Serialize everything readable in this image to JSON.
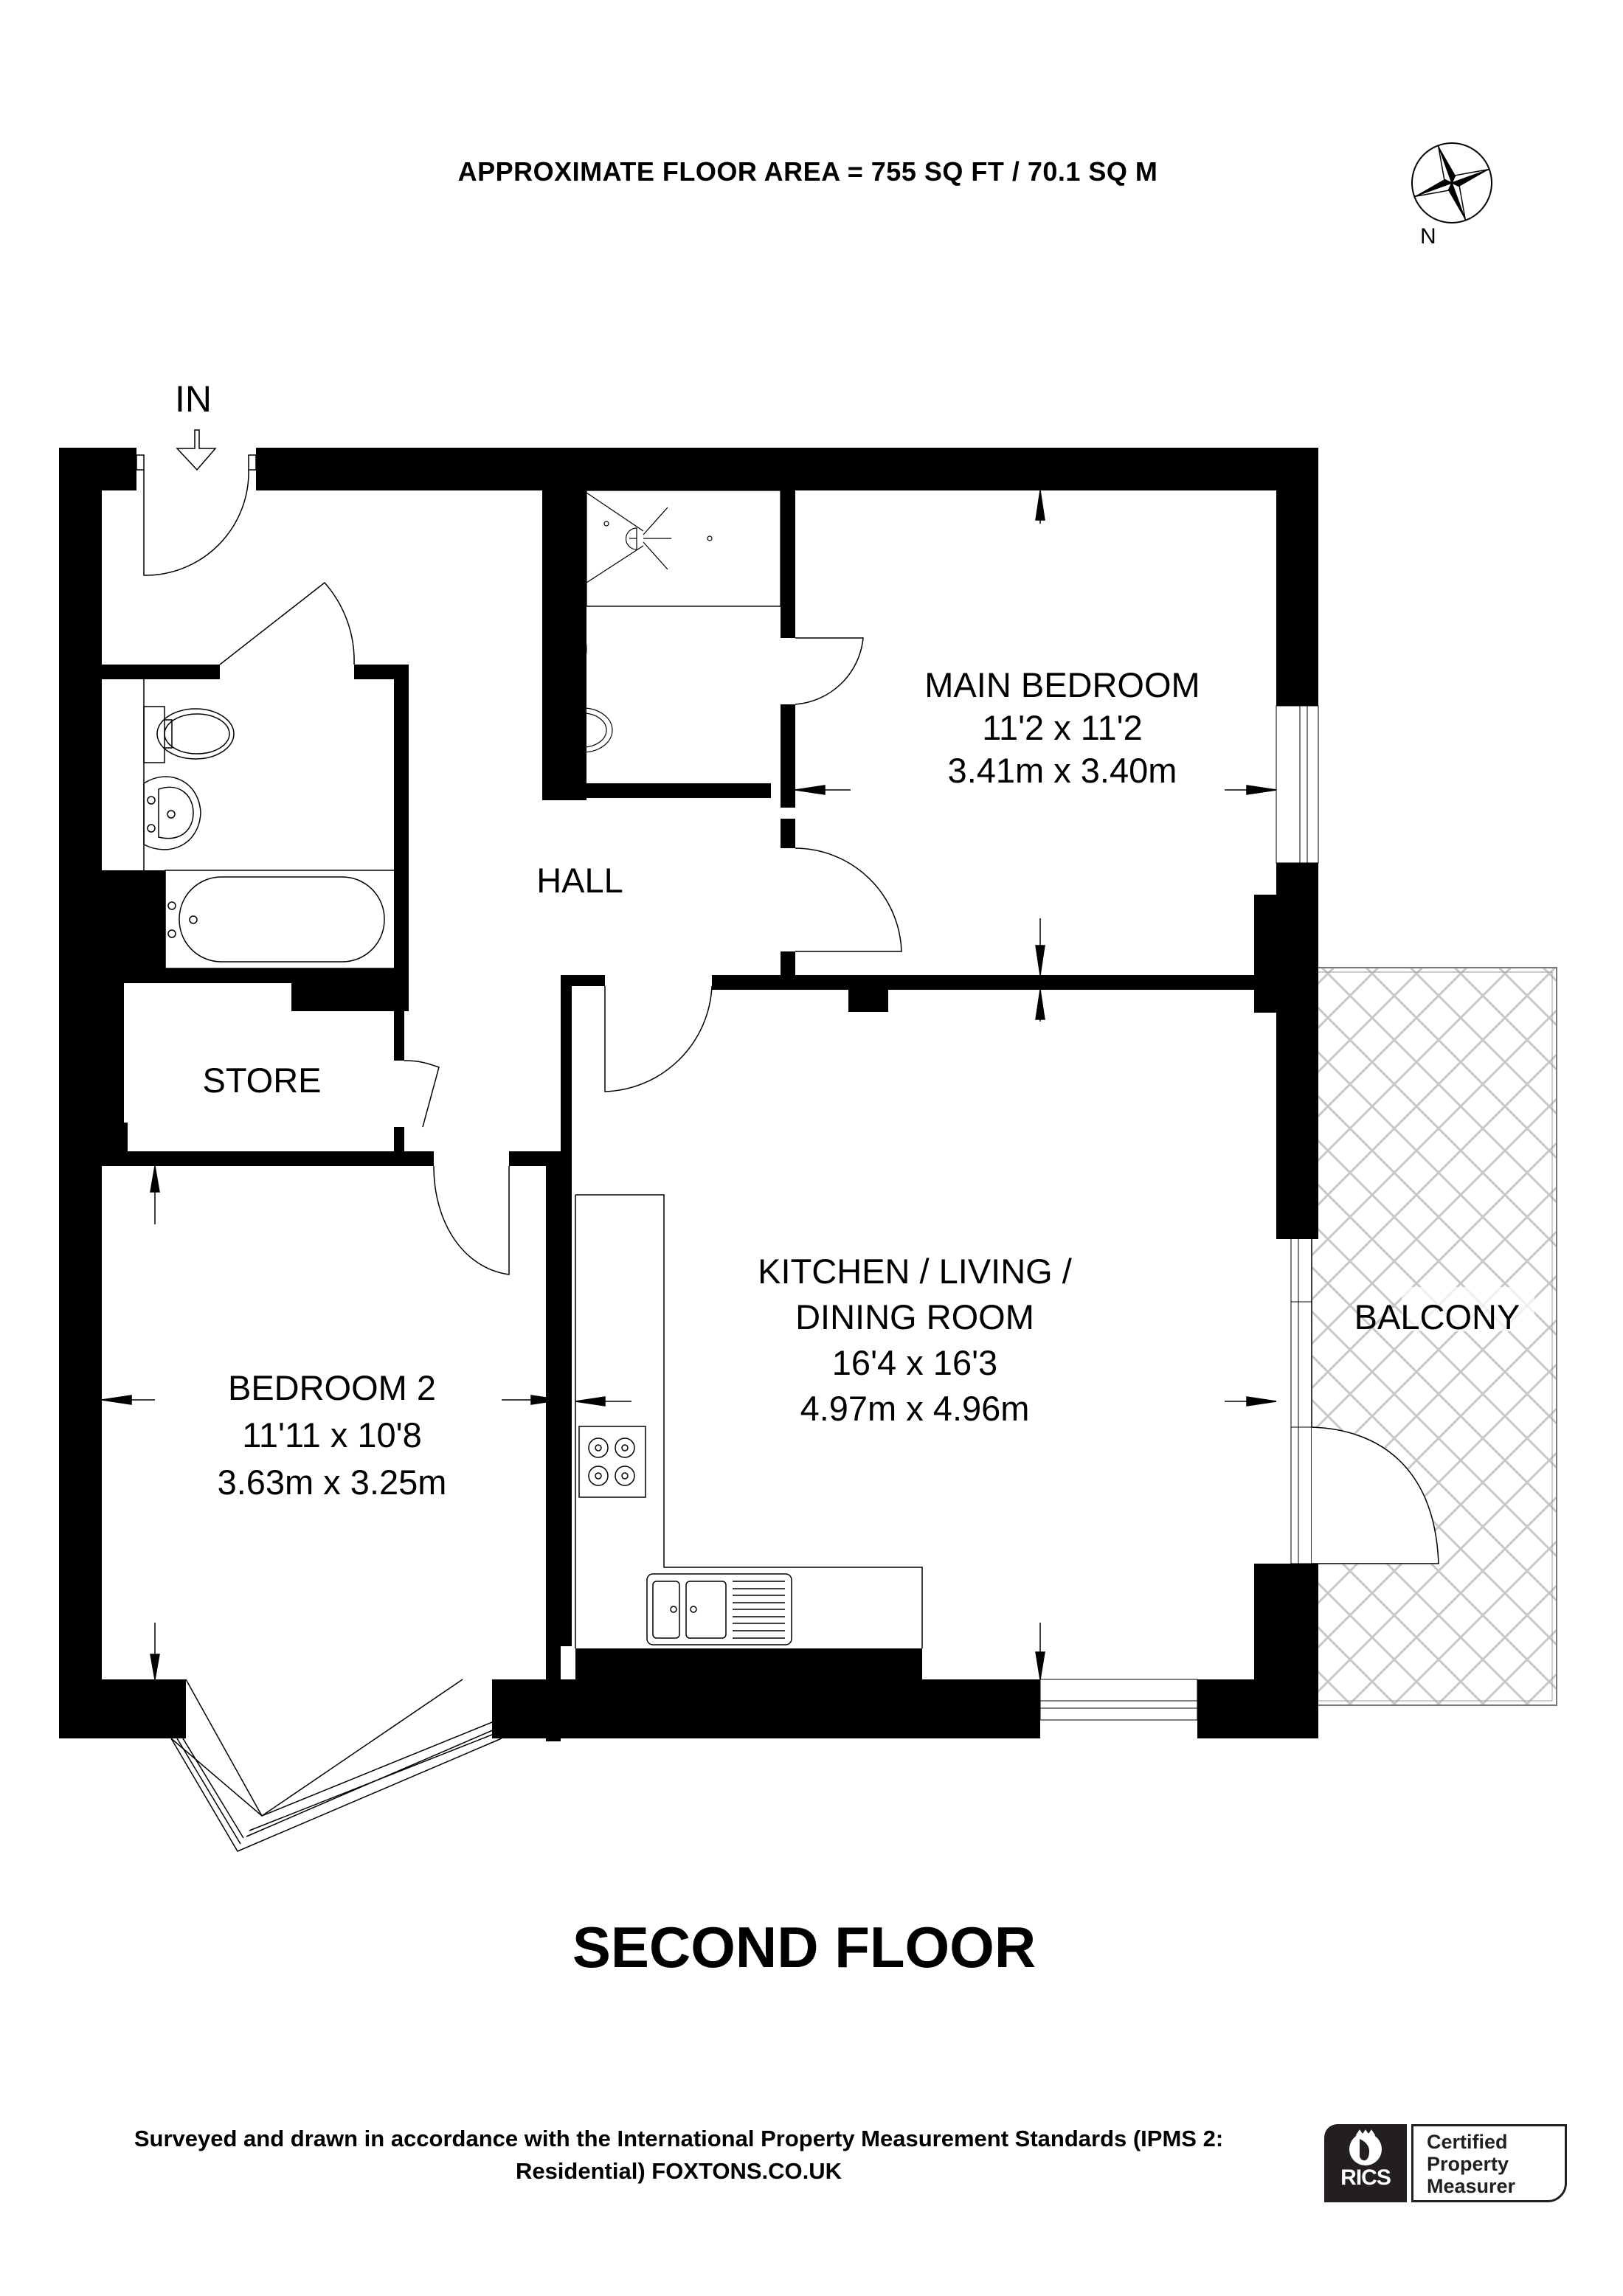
{
  "header": {
    "floor_area": "APPROXIMATE FLOOR AREA = 755 SQ FT / 70.1 SQ M",
    "compass_label": "N"
  },
  "entrance": {
    "label": "IN"
  },
  "rooms": {
    "main_bedroom": {
      "name": "MAIN BEDROOM",
      "imperial": "11'2 x 11'2",
      "metric": "3.41m x 3.40m"
    },
    "hall": {
      "name": "HALL"
    },
    "store": {
      "name": "STORE"
    },
    "kitchen": {
      "name_line1": "KITCHEN / LIVING /",
      "name_line2": "DINING ROOM",
      "imperial": "16'4 x 16'3",
      "metric": "4.97m x 4.96m"
    },
    "balcony": {
      "name": "BALCONY"
    },
    "bedroom2": {
      "name": "BEDROOM 2",
      "imperial": "11'11 x 10'8",
      "metric": "3.63m x 3.25m"
    }
  },
  "floor": {
    "title": "SECOND FLOOR"
  },
  "footer": {
    "line1": "Surveyed and drawn in accordance with the International Property Measurement Standards (IPMS 2:",
    "line2": "Residential) FOXTONS.CO.UK"
  },
  "badge": {
    "org": "RICS",
    "line1": "Certified",
    "line2": "Property",
    "line3": "Measurer"
  },
  "colors": {
    "wall": "#000000",
    "hatch": "#c8c8c8",
    "badge_dark": "#231f20"
  }
}
